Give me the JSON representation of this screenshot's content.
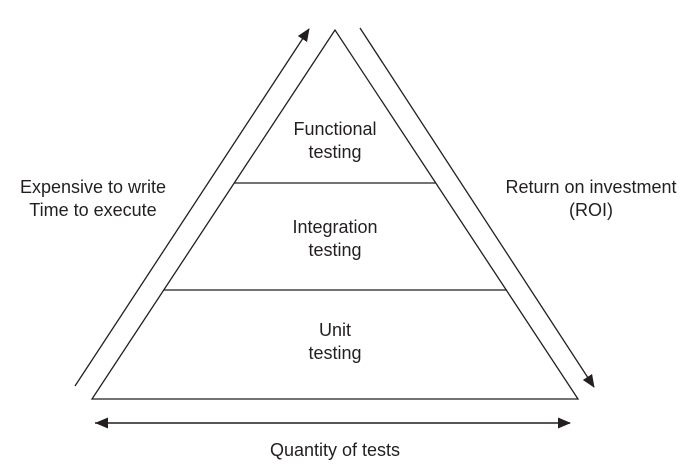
{
  "diagram": {
    "type": "pyramid",
    "pyramid_layers": [
      {
        "position": "top",
        "line1": "Functional",
        "line2": "testing"
      },
      {
        "position": "middle",
        "line1": "Integration",
        "line2": "testing"
      },
      {
        "position": "bottom",
        "line1": "Unit",
        "line2": "testing"
      }
    ],
    "left_label": {
      "line1": "Expensive to write",
      "line2": "Time to execute"
    },
    "right_label": {
      "line1": "Return on investment",
      "line2": "(ROI)"
    },
    "bottom_label": "Quantity of tests",
    "colors": {
      "line": "#231f20",
      "text": "#231f20",
      "background": "#ffffff"
    }
  }
}
